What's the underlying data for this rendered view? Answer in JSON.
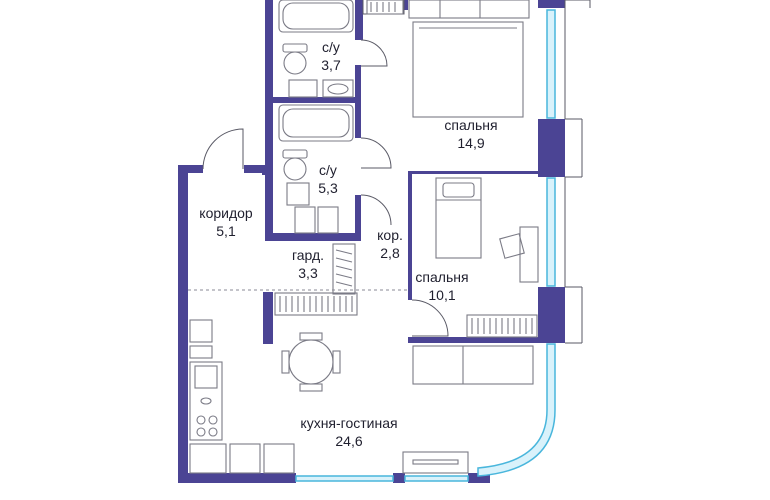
{
  "rooms": {
    "bathroom_1": {
      "name": "с/у",
      "area": "3,7"
    },
    "bathroom_2": {
      "name": "с/у",
      "area": "5,3"
    },
    "bedroom_1": {
      "name": "спальня",
      "area": "14,9"
    },
    "bedroom_2": {
      "name": "спальня",
      "area": "10,1"
    },
    "corridor": {
      "name": "коридор",
      "area": "5,1"
    },
    "corridor_2": {
      "name": "кор.",
      "area": "2,8"
    },
    "wardrobe": {
      "name": "гард.",
      "area": "3,3"
    },
    "kitchen_living": {
      "name": "кухня-гостиная",
      "area": "24,6"
    }
  },
  "colors": {
    "wall": "#4b4494",
    "window_glass": "#d9f2fb",
    "window_frame": "#49b6dc",
    "fixture": "#7b7b86",
    "text": "#1f1f2e"
  }
}
